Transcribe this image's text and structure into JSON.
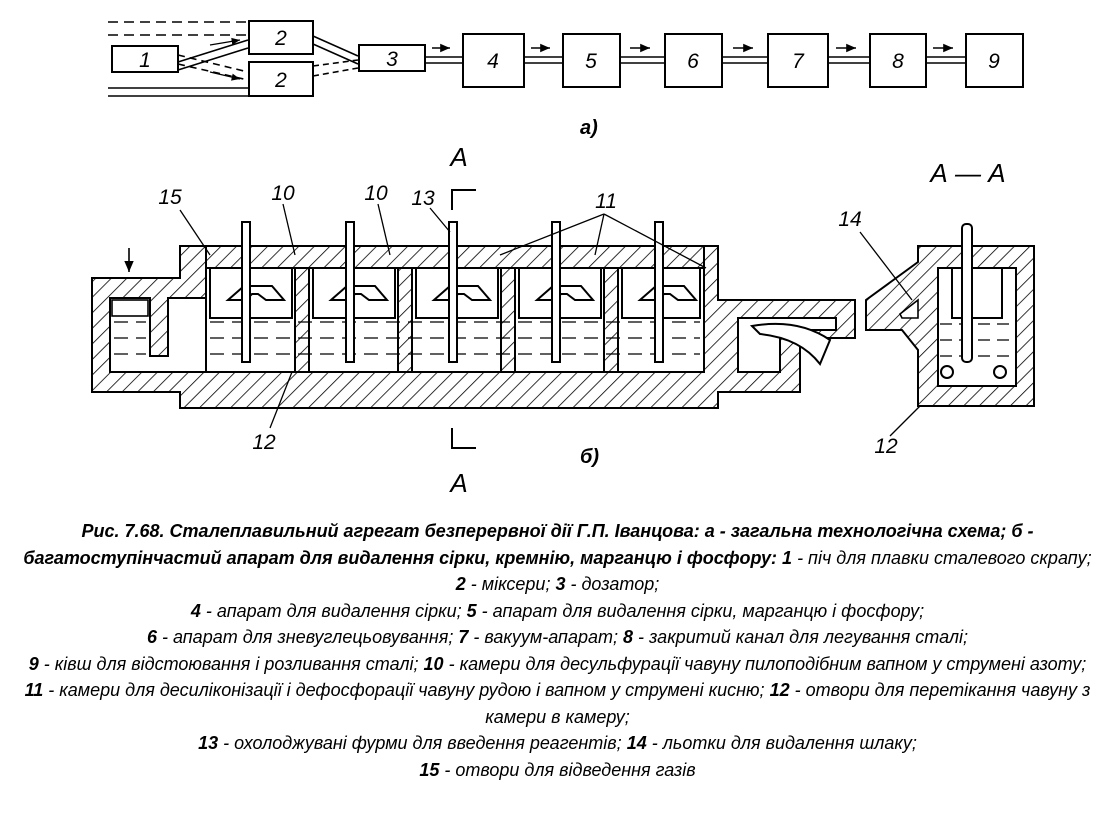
{
  "scheme": {
    "blocks": [
      "1",
      "2",
      "2",
      "3",
      "4",
      "5",
      "6",
      "7",
      "8",
      "9"
    ],
    "label": "а)"
  },
  "apparatus": {
    "label": "б)",
    "section_top": "А",
    "section_bottom": "А",
    "section_view_title": "А — А",
    "callouts": {
      "c15": "15",
      "c10a": "10",
      "c10b": "10",
      "c13": "13",
      "c11": "11",
      "c12": "12",
      "c14": "14",
      "c12b": "12"
    }
  },
  "caption": {
    "title_bold": "Рис. 7.68. Сталеплавильний агрегат безперервної дії Г.П. Іванцова:",
    "title_a": " а - загальна технологічна схема;",
    "title_b": " б - багатоступінчастий апарат для видалення сірки, кремнію, марганцю і фосфору:",
    "items": [
      {
        "num": "1",
        "text": " - піч для плавки сталевого скрапу;"
      },
      {
        "num": "2",
        "text": " - міксери;"
      },
      {
        "num": "3",
        "text": " - дозатор;"
      },
      {
        "num": "4",
        "text": " - апарат для видалення сірки;"
      },
      {
        "num": "5",
        "text": " - апарат для видалення сірки, марганцю і фосфору;"
      },
      {
        "num": "6",
        "text": " - апарат для зневуглецьовування;"
      },
      {
        "num": "7",
        "text": " - вакуум-апарат;"
      },
      {
        "num": "8",
        "text": " - закритий канал для легування сталі;"
      },
      {
        "num": "9",
        "text": " - ківш для відстоювання і розливання сталі;"
      },
      {
        "num": "10",
        "text": " - камери для десульфурації чавуну пилоподібним вапном у струмені азоту;"
      },
      {
        "num": "11",
        "text": " - камери для десиліконізації і дефосфорації чавуну рудою і вапном у струмені кисню;"
      },
      {
        "num": "12",
        "text": " - отвори для перетікання чавуну з камери в камеру;"
      },
      {
        "num": "13",
        "text": " - охолоджувані фурми для введення реагентів;"
      },
      {
        "num": "14",
        "text": " - льотки для видалення шлаку;"
      },
      {
        "num": "15",
        "text": " - отвори для відведення газів"
      }
    ]
  }
}
